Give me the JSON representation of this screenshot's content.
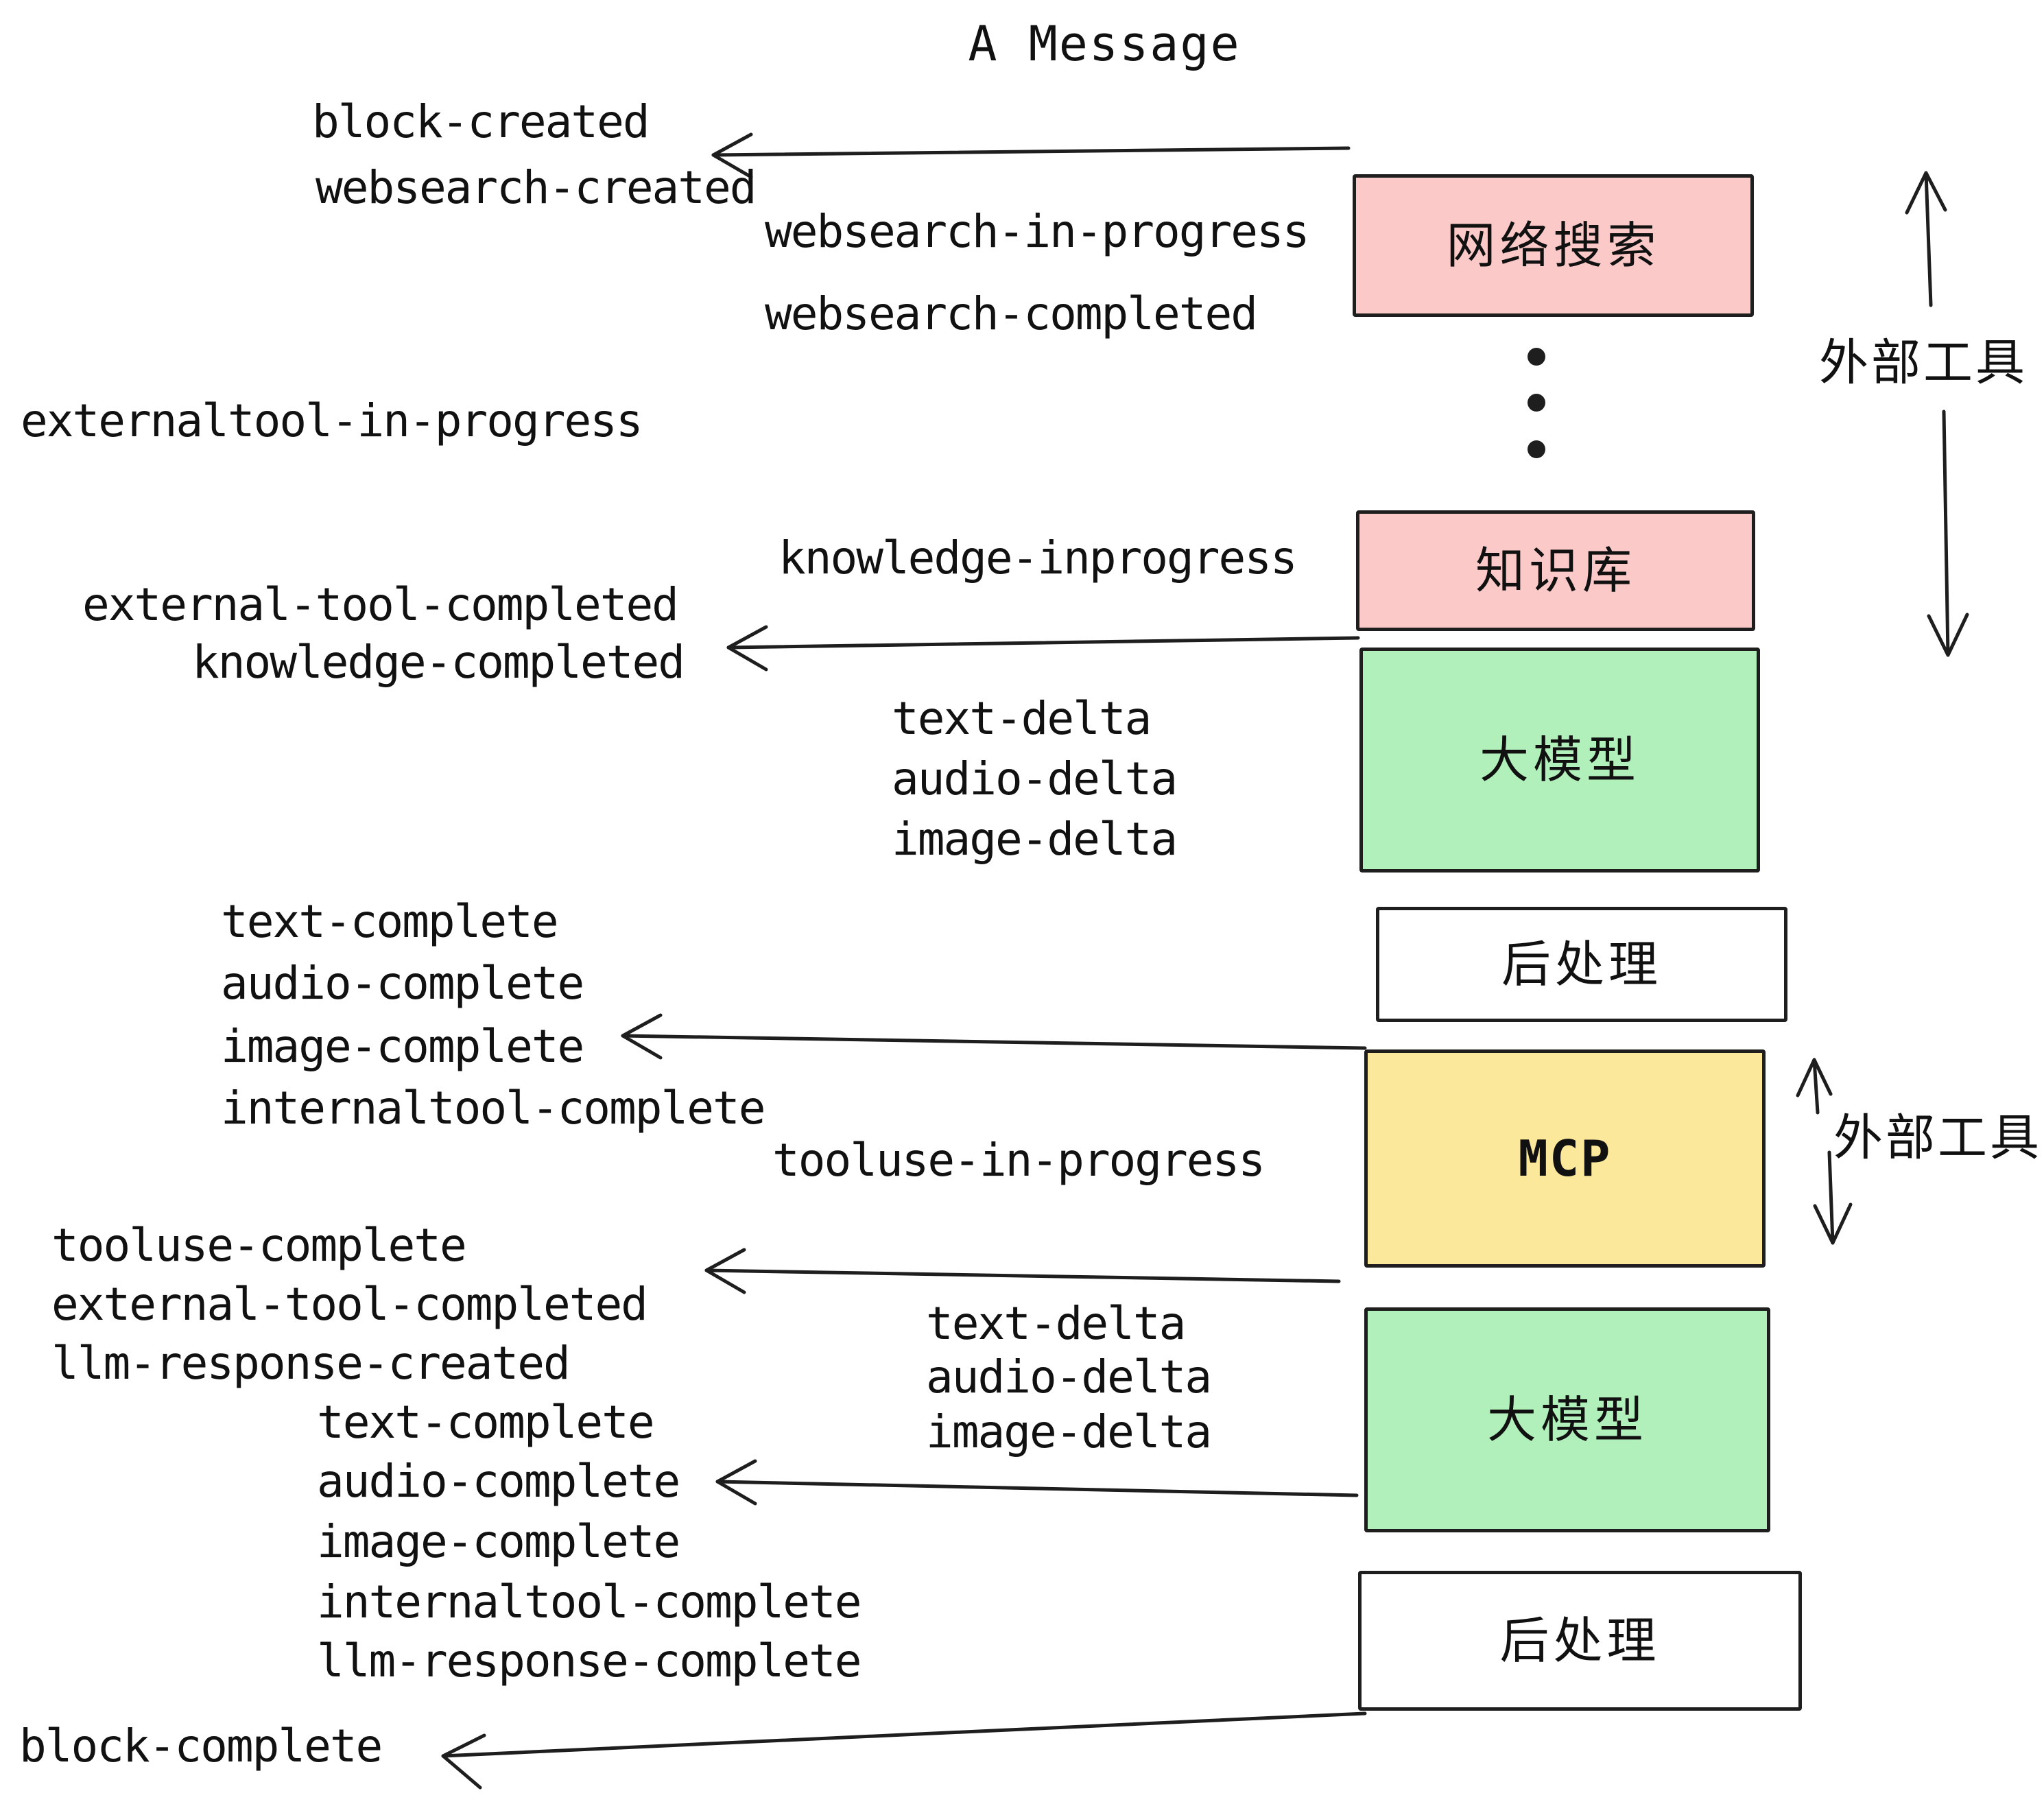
{
  "title": "A Message",
  "colors": {
    "box_pink": "#fbc9c7",
    "box_green": "#b2f0bb",
    "box_yellow": "#fbe89b",
    "box_white": "#ffffff",
    "stroke": "#1e1e1e",
    "text": "#111111"
  },
  "events": {
    "block_created": "block-created",
    "websearch_created": "websearch-created",
    "websearch_in_progress": "websearch-in-progress",
    "websearch_completed": "websearch-completed",
    "externaltool_in_progress": "externaltool-in-progress",
    "knowledge_inprogress": "knowledge-inprogress",
    "external_tool_completed": "external-tool-completed",
    "knowledge_completed": "knowledge-completed",
    "text_delta": "text-delta",
    "audio_delta": "audio-delta",
    "image_delta": "image-delta",
    "text_complete": "text-complete",
    "audio_complete": "audio-complete",
    "image_complete": "image-complete",
    "internaltool_complete": "internaltool-complete",
    "tooluse_in_progress": "tooluse-in-progress",
    "tooluse_complete": "tooluse-complete",
    "llm_response_created": "llm-response-created",
    "llm_response_complete": "llm-response-complete",
    "block_complete": "block-complete"
  },
  "boxes": {
    "web_search": "网络搜索",
    "knowledge_base": "知识库",
    "llm": "大模型",
    "post_process": "后处理",
    "mcp": "MCP"
  },
  "annotations": {
    "external_tools": "外部工具"
  }
}
